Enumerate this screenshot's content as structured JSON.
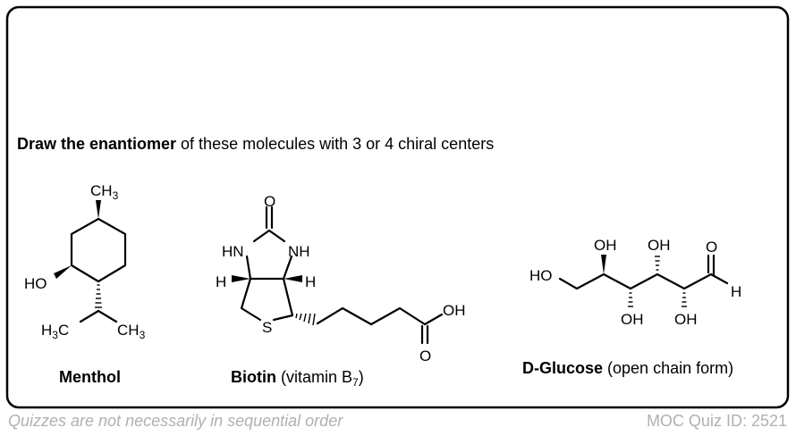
{
  "heading": {
    "bold": "Draw the enantiomer",
    "rest": " of these molecules with 3 or 4 chiral centers"
  },
  "molecules": [
    {
      "name": "Menthol",
      "atoms": {
        "ch3_top": "CH",
        "ch3_top_sub": "3",
        "ho": "HO",
        "h3c_h": "H",
        "h3c_sub": "3",
        "h3c_c": "C",
        "ch3_right": "CH",
        "ch3_right_sub": "3"
      }
    },
    {
      "name": "Biotin",
      "note_pre": " (vitamin B",
      "note_sub": "7",
      "note_post": ")",
      "atoms": {
        "o_top": "O",
        "hn": "HN",
        "nh": "NH",
        "h_left": "H",
        "h_right": "H",
        "s": "S",
        "oh": "OH",
        "o_bottom": "O"
      }
    },
    {
      "name": "D-Glucose",
      "note": " (open chain form)",
      "atoms": {
        "ho": "HO",
        "oh_up1": "OH",
        "oh_up2": "OH",
        "oh_down1": "OH",
        "oh_down2": "OH",
        "o": "O",
        "h": "H"
      }
    }
  ],
  "footer": {
    "left": "Quizzes are not necessarily in sequential order",
    "right": "MOC Quiz ID: 2521"
  }
}
